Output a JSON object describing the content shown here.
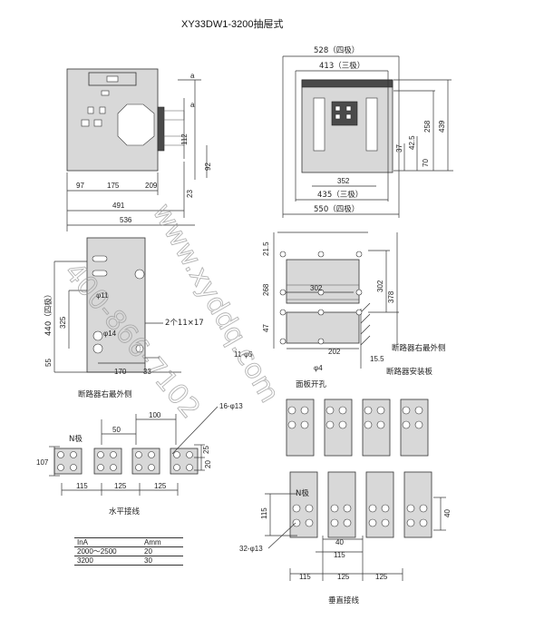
{
  "title": "XY33DW1-3200抽屉式",
  "side_view": {
    "dims": [
      "a",
      "a",
      "112",
      "92",
      "23",
      "97",
      "175",
      "209",
      "491",
      "536"
    ]
  },
  "front_view": {
    "dims": [
      "528（四极）",
      "413（三极）",
      "258",
      "439",
      "37",
      "42.5",
      "70",
      "352",
      "435（三极）",
      "550（四极）"
    ]
  },
  "side_mount": {
    "dims": [
      "440（四极）",
      "325",
      "55",
      "φ11",
      "φ14",
      "2个11×17",
      "170",
      "33"
    ],
    "caption": "断路器右最外侧"
  },
  "panel_cutout": {
    "dims": [
      "21.5",
      "268",
      "302",
      "302",
      "378",
      "47",
      "11-φ5",
      "202",
      "φ4",
      "15.5"
    ],
    "caption": "面板开孔",
    "label_side": "断路器右最外侧",
    "label_plate": "断路器安装板"
  },
  "horizontal": {
    "n_label": "N极",
    "dims": [
      "50",
      "100",
      "107",
      "25",
      "16-φ13",
      "20",
      "115",
      "125",
      "125"
    ],
    "caption": "水平接线"
  },
  "vertical": {
    "n_label": "N极",
    "dims": [
      "115",
      "40",
      "40",
      "32-φ13",
      "115",
      "115",
      "125",
      "125"
    ],
    "caption": "垂直接线"
  },
  "current_table": {
    "header": [
      "InA",
      "Amm"
    ],
    "rows": [
      [
        "2000～2500",
        "20"
      ],
      [
        "3200",
        "30"
      ]
    ]
  },
  "watermark": {
    "url": "www.xyddq.com",
    "phone": "400-866-7102"
  }
}
